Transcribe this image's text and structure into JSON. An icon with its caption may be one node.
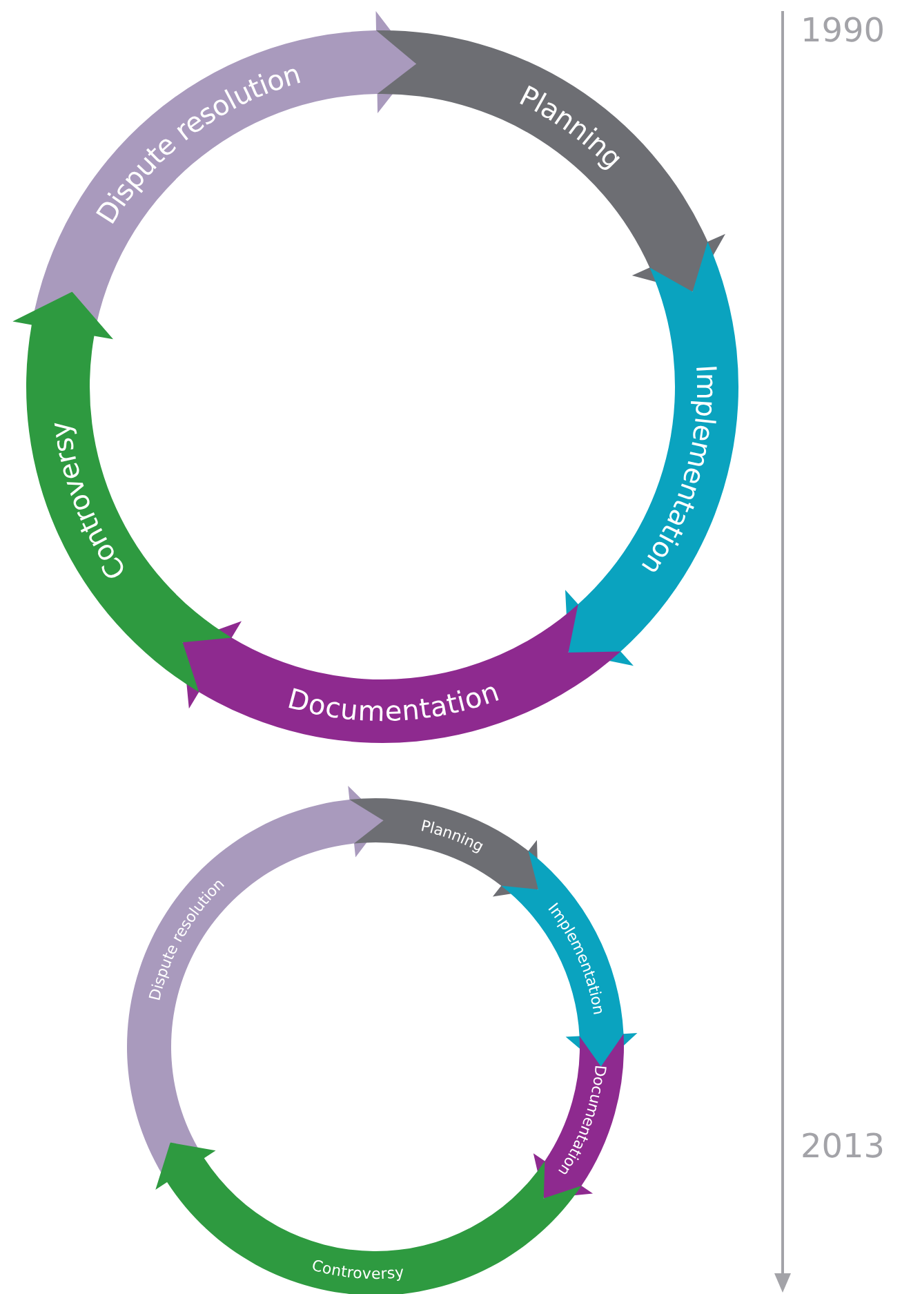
{
  "diagram": {
    "nodes": [
      {
        "text": [
          "Dispute resolution"
        ]
      },
      {
        "text": [
          "Planning"
        ]
      },
      {
        "text": [
          "Implementation"
        ]
      },
      {
        "text": [
          "Documentation"
        ]
      },
      {
        "text": [
          "Controversy"
        ]
      },
      {
        "text": [
          "Dispute resolution"
        ]
      },
      {
        "text": [
          "Planning"
        ]
      },
      {
        "text": [
          "Implementation"
        ]
      },
      {
        "text": [
          "Documentation"
        ]
      },
      {
        "text": [
          "Controversy"
        ]
      }
    ],
    "labels": [
      "1990",
      "2013"
    ]
  }
}
